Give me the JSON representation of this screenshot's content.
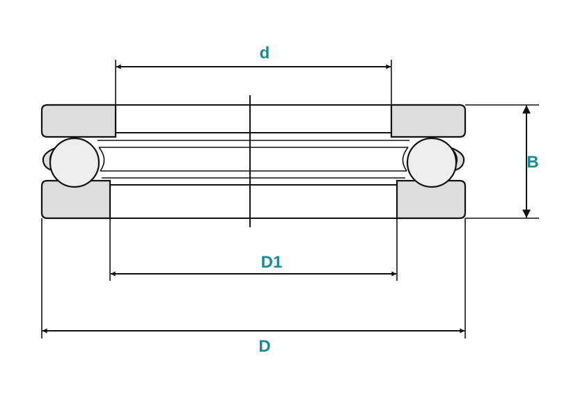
{
  "labels": {
    "d": "d",
    "B": "B",
    "D1": "D1",
    "D": "D"
  },
  "colors": {
    "label": "#1a8a92",
    "fill": "#dddddd",
    "ball": "#eeeeee",
    "stroke": "#111111"
  }
}
